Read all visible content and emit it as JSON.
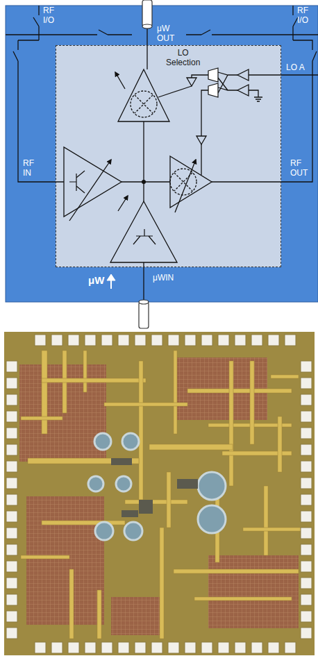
{
  "diagram": {
    "nodes": [
      {
        "text": [
          "LO Selection"
        ]
      }
    ],
    "labels": [
      "RF I/O",
      "μW OUT",
      "RF I/O",
      "LO A",
      "RF IN",
      "RF OUT",
      "μW",
      "μWIN"
    ]
  }
}
